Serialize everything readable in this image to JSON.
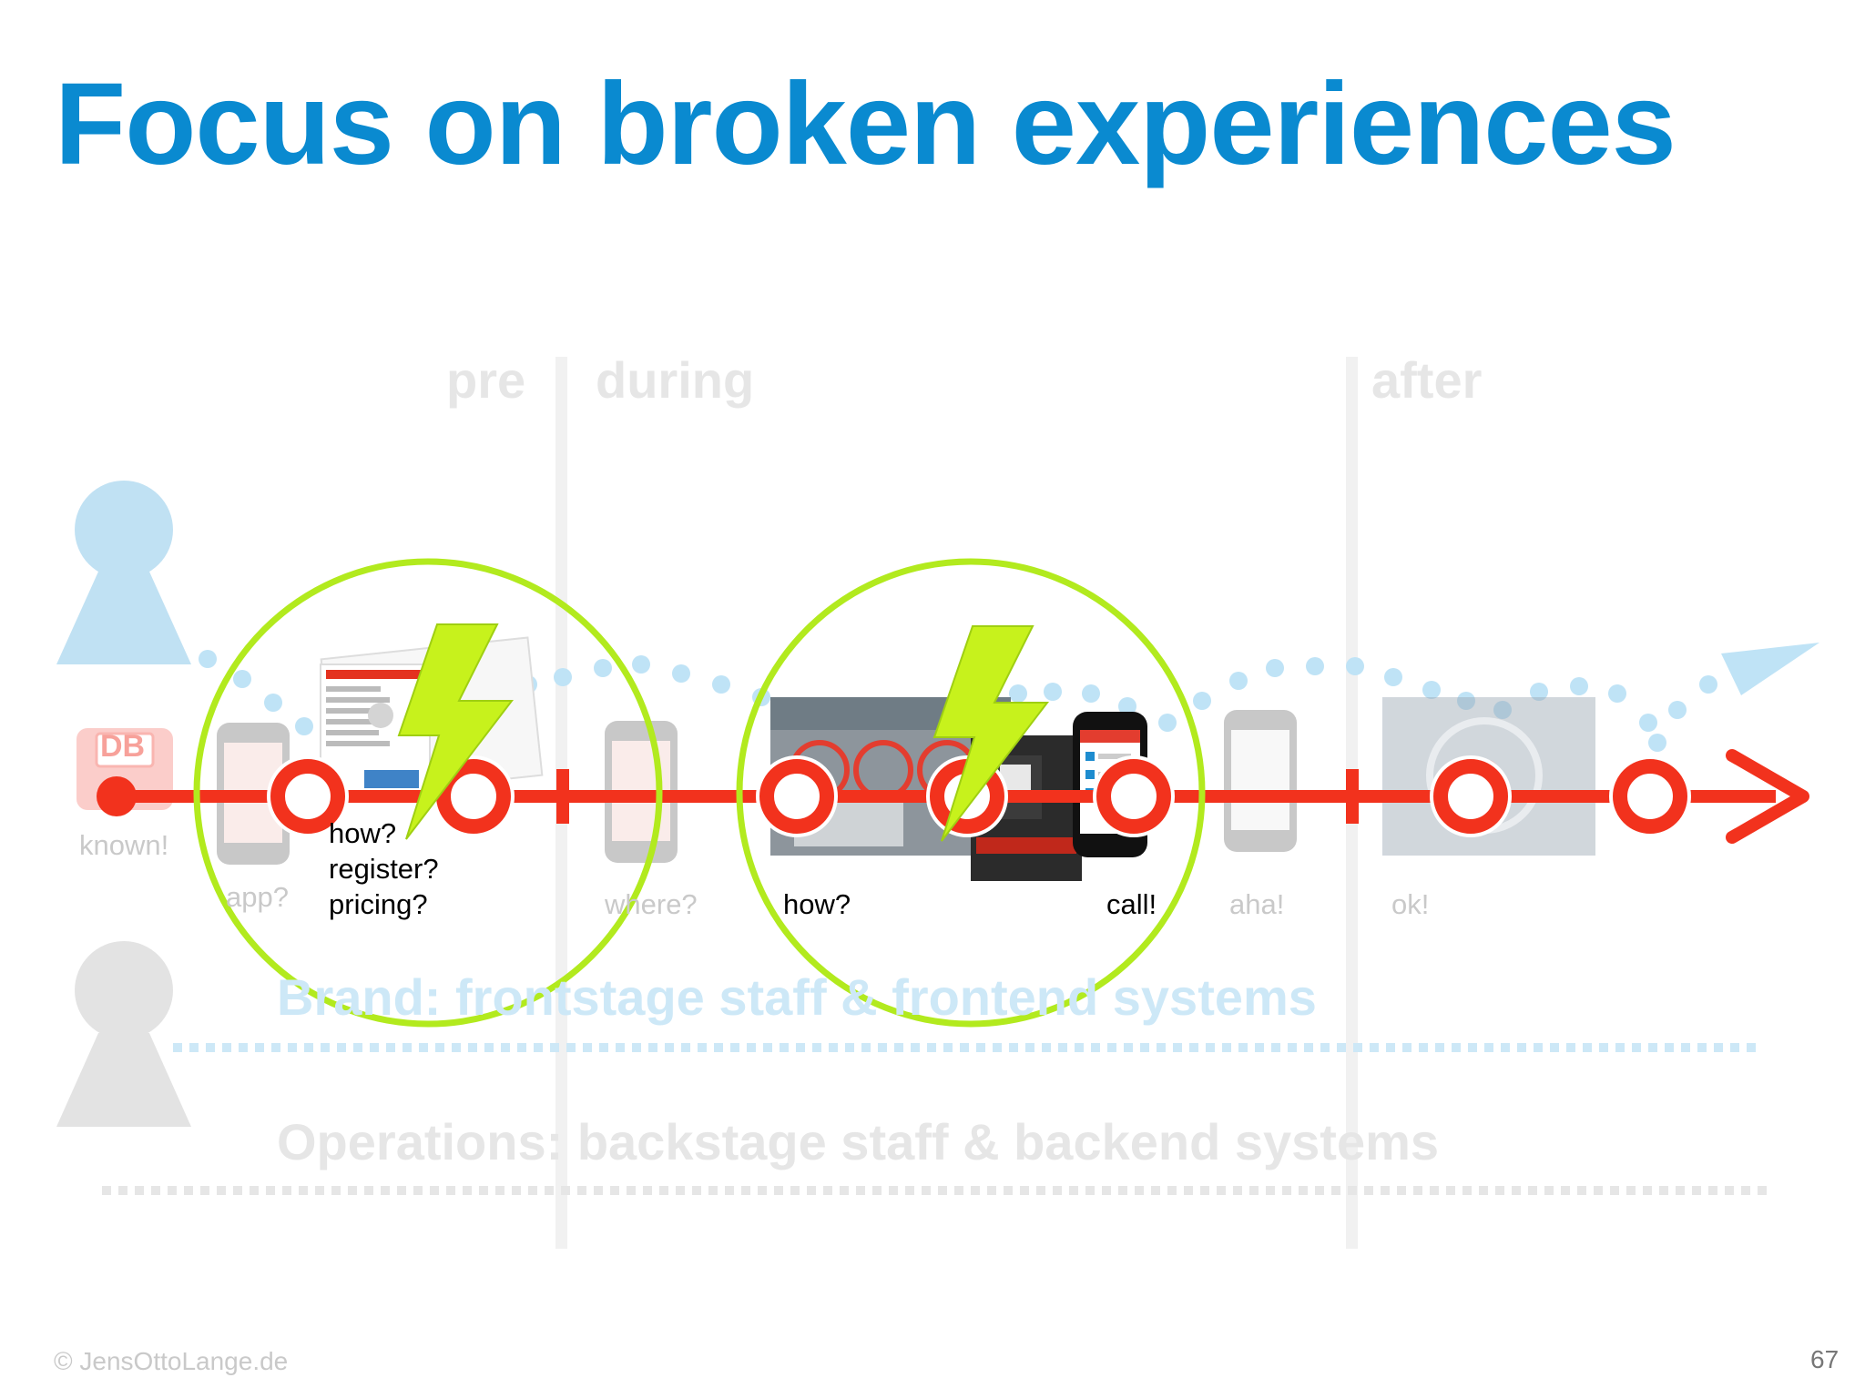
{
  "slide": {
    "title": "Focus on broken experiences",
    "page_number": "67",
    "copyright": "© JensOttoLange.de"
  },
  "phases": {
    "pre": "pre",
    "during": "during",
    "after": "after"
  },
  "steps": {
    "known": "known!",
    "app": "app?",
    "how_line1": "how?",
    "how_line2": "register?",
    "how_line3": "pricing?",
    "where": "where?",
    "how2": "how?",
    "call": "call!",
    "aha": "aha!",
    "ok": "ok!"
  },
  "lanes": {
    "brand": "Brand: frontstage staff & frontend systems",
    "operations": "Operations: backstage staff & backend systems"
  },
  "logo": {
    "db_text": "DB"
  },
  "colors": {
    "title": "#0a8ad0",
    "journey_line": "#f2321d",
    "highlight_ring": "#b2ea1e",
    "lightning": "#c7f21c",
    "faded_persona": "#c0e1f3",
    "persona_grey": "#e3e3e3",
    "brand_lane": "#cde8f7",
    "operations_lane": "#e6e6e6",
    "dotted_path": "#bfe3f6"
  },
  "icons": [
    "person-icon",
    "db-logo-icon",
    "phone-icon",
    "website-screenshot-icon",
    "bike-photo-icon",
    "lightning-icon",
    "arrow-head-icon",
    "paper-plane-icon"
  ]
}
